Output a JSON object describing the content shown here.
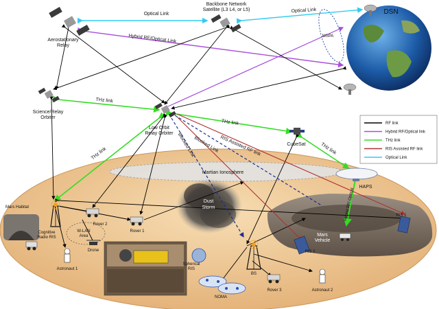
{
  "nodes": {
    "aerostationary": "Aerostationary\nRelay",
    "backbone": "Backbone Network\nSatellite (L3 L4, or L5)",
    "dsn": "DSN",
    "mspa": "MSPA",
    "science_orbiter": "Science/Relay\nOrbiter",
    "low_orbit": "Low Orbit\nRelay Orbiter",
    "cubesat": "CubeSat",
    "haps": "HAPS",
    "ionosphere": "Martian Ionosphere",
    "dust_storm": "Dust\nStorm",
    "mars_habitat": "Mars Habitat",
    "cognitive_ris": "Cognitive\nRadio RIS",
    "wlan": "W-LAN\nArea",
    "rover1": "Rover 1",
    "rover2": "Rover 2",
    "rover3": "Rover 3",
    "drone": "Drone",
    "astronaut1": "Astronaut 1",
    "astronaut2": "Astronaut 2",
    "spherical_ris": "Spherical\nRIS",
    "bs": "BS",
    "noma": "NOMA",
    "mars_vehicle": "Mars\nVehicle",
    "ris1": "RIS 1",
    "ris2": "RIS 2"
  },
  "links": {
    "optical_top_left": "Optical Link",
    "optical_top_right": "Optical Link",
    "hybrid": "Hybrid RF/Optical Link",
    "thz_top": "THz link",
    "thz_left": "THz link",
    "thz_mid": "THz link",
    "thz_right": "THz link",
    "blocked1": "Blocked Link",
    "blocked2": "Blocked Link",
    "ris_assisted": "RIS Assisted RF link",
    "hybrid_optical": "Hybrid RF/ Optical"
  },
  "legend": [
    {
      "label": "RF link",
      "color": "#000000"
    },
    {
      "label": "Hybrid RF/Optical link",
      "color": "#a64ddb"
    },
    {
      "label": "THz link",
      "color": "#33dd22"
    },
    {
      "label": "RIS Assisted RF link",
      "color": "#b03030"
    },
    {
      "label": "Optical Link",
      "color": "#33ccee"
    }
  ]
}
